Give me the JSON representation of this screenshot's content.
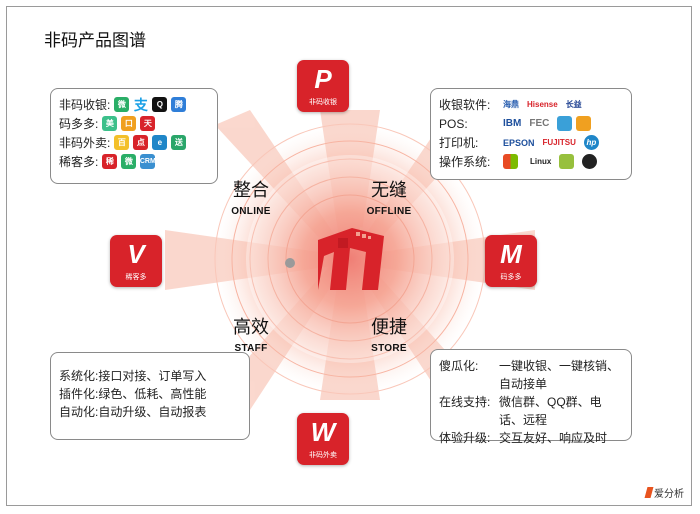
{
  "page_title": "非码产品图谱",
  "center": {
    "quadrants": {
      "top_left": {
        "cn": "整合",
        "en": "ONLINE"
      },
      "top_right": {
        "cn": "无缝",
        "en": "OFFLINE"
      },
      "bottom_left": {
        "cn": "高效",
        "en": "STAFF"
      },
      "bottom_right": {
        "cn": "便捷",
        "en": "STORE"
      }
    }
  },
  "apps": {
    "top": {
      "name": "非码收银",
      "glyph": "P"
    },
    "right": {
      "name": "码多多",
      "glyph": "M"
    },
    "bottom": {
      "name": "非码外卖",
      "glyph": "W"
    },
    "left": {
      "name": "稀客多",
      "glyph": "V"
    }
  },
  "top_left_box": {
    "rows": [
      {
        "label": "非码收银:"
      },
      {
        "label": "码多多:"
      },
      {
        "label": "非码外卖:"
      },
      {
        "label": "稀客多:"
      }
    ],
    "icon_captions": [
      "微信支付",
      "天猫",
      "美团",
      "饿了么",
      "口碑"
    ]
  },
  "top_right_box": {
    "rows": [
      {
        "label": "收银软件:",
        "brands": [
          "海鼎",
          "Hisense",
          "长益"
        ]
      },
      {
        "label": "POS:",
        "brands": [
          "IBM",
          "FEC",
          ""
        ]
      },
      {
        "label": "打印机:",
        "brands": [
          "EPSON",
          "FUJITSU",
          "hp"
        ]
      },
      {
        "label": "操作系统:",
        "brands": [
          "",
          "Linux",
          ""
        ]
      }
    ]
  },
  "bottom_left_box": {
    "rows": [
      {
        "key": "系统化:",
        "value": "接口对接、订单写入"
      },
      {
        "key": "插件化:",
        "value": "绿色、低耗、高性能"
      },
      {
        "key": "自动化:",
        "value": "自动升级、自动报表"
      }
    ]
  },
  "bottom_right_box": {
    "rows": [
      {
        "key": "傻瓜化:",
        "value": "一键收银、一键核销、自动接单"
      },
      {
        "key": "在线支持:",
        "value": "微信群、QQ群、电话、远程"
      },
      {
        "key": "体验升级:",
        "value": "交互友好、响应及时"
      }
    ]
  },
  "footer_brand": "爱分析",
  "colors": {
    "brand_red": "#d8232a",
    "glow": "#f26b4f",
    "border": "#8a8a8a"
  }
}
